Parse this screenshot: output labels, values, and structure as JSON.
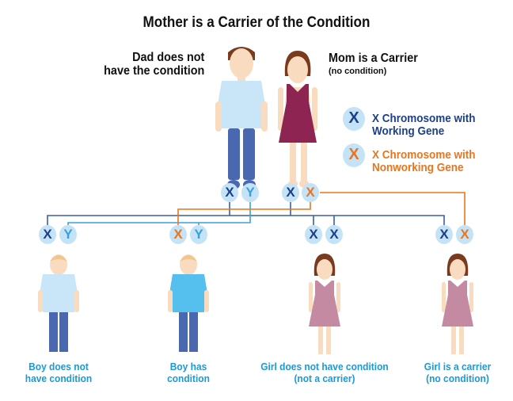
{
  "title": "Mother is a Carrier of the Condition",
  "dad_label": [
    "Dad does not",
    "have the condition"
  ],
  "mom_label": "Mom is a Carrier",
  "mom_sub": "(no condition)",
  "legend": [
    {
      "symbol": "X",
      "text": [
        "X Chromosome with",
        "Working Gene"
      ],
      "color": "#1c3f8c"
    },
    {
      "symbol": "X",
      "text": [
        "X Chromosome with",
        "Nonworking Gene"
      ],
      "color": "#e8761e"
    }
  ],
  "parents": {
    "dad": [
      "X",
      "Y"
    ],
    "mom": [
      "X",
      "X"
    ]
  },
  "children": [
    {
      "chromosomes": [
        "X",
        "Y"
      ],
      "caption": [
        "Boy does not",
        "have condition"
      ]
    },
    {
      "chromosomes": [
        "X",
        "Y"
      ],
      "caption": [
        "Boy has",
        "condition"
      ]
    },
    {
      "chromosomes": [
        "X",
        "X"
      ],
      "caption": [
        "Girl does not have condition",
        "(not a carrier)"
      ]
    },
    {
      "chromosomes": [
        "X",
        "X"
      ],
      "caption": [
        "Girl is a carrier",
        "(no condition)"
      ]
    }
  ],
  "colors": {
    "working": "#1c3f8c",
    "nonworking": "#e8761e",
    "y": "#3aa0dc",
    "circle": "#c5e3f6",
    "caption": "#1a9ad6"
  }
}
